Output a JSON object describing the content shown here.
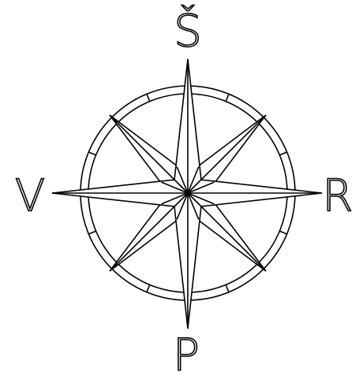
{
  "compass": {
    "labels": {
      "north": "Š",
      "east": "R",
      "south": "P",
      "west": "V"
    },
    "line_color": "#000000",
    "background_color": "#ffffff"
  }
}
